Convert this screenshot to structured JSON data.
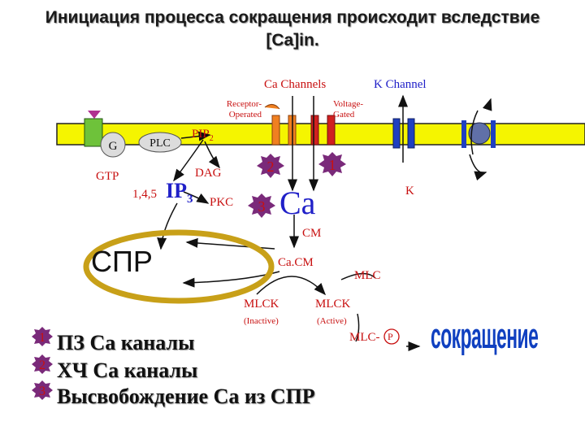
{
  "title": {
    "line1": "Инициация процесса сокращения происходит вследствие",
    "line2": "[Ca]in."
  },
  "membrane": {
    "ca_channels": "Ca Channels",
    "k_channel": "K Channel",
    "receptor_operated_1": "Receptor-",
    "receptor_operated_2": "Operated",
    "voltage_gated_1": "Voltage-",
    "voltage_gated_2": "Gated"
  },
  "signaling": {
    "g": "G",
    "plc": "PLC",
    "pip": "PIP",
    "pip_sub": "2",
    "gtp": "GTP",
    "dag": "DAG",
    "ip_prefix": "1,4,5",
    "ip": "IP",
    "ip_sub": "3",
    "pkc": "PKC",
    "ca": "Ca",
    "k": "K",
    "cm": "CM",
    "cacm": "Ca.CM",
    "mlc": "MLC",
    "mlck_inactive": "MLCK",
    "inactive": "(Inactive)",
    "mlck_active": "MLCK",
    "active": "(Active)",
    "mlc_p": "MLC-",
    "p": "P",
    "spr": "СПР",
    "contraction": "сокращение"
  },
  "badges": [
    "1",
    "2",
    "3"
  ],
  "legend": [
    {
      "num": "1",
      "text": "ПЗ Са каналы"
    },
    {
      "num": "2",
      "text": "ХЧ Са каналы"
    },
    {
      "num": "3",
      "text": "Высвобождение Са из СПР"
    }
  ],
  "colors": {
    "membrane": "#f5f500",
    "sr_ring": "#c8a018",
    "arrow": "#111111",
    "label_blue": "#2020c8",
    "label_red": "#c81010",
    "receptor": "#6ec23a",
    "channel_orange": "#f08020",
    "channel_red": "#d02020",
    "channel_blue": "#2040c0",
    "badge": "#7a2a7a",
    "contraction": "#1040c0"
  }
}
